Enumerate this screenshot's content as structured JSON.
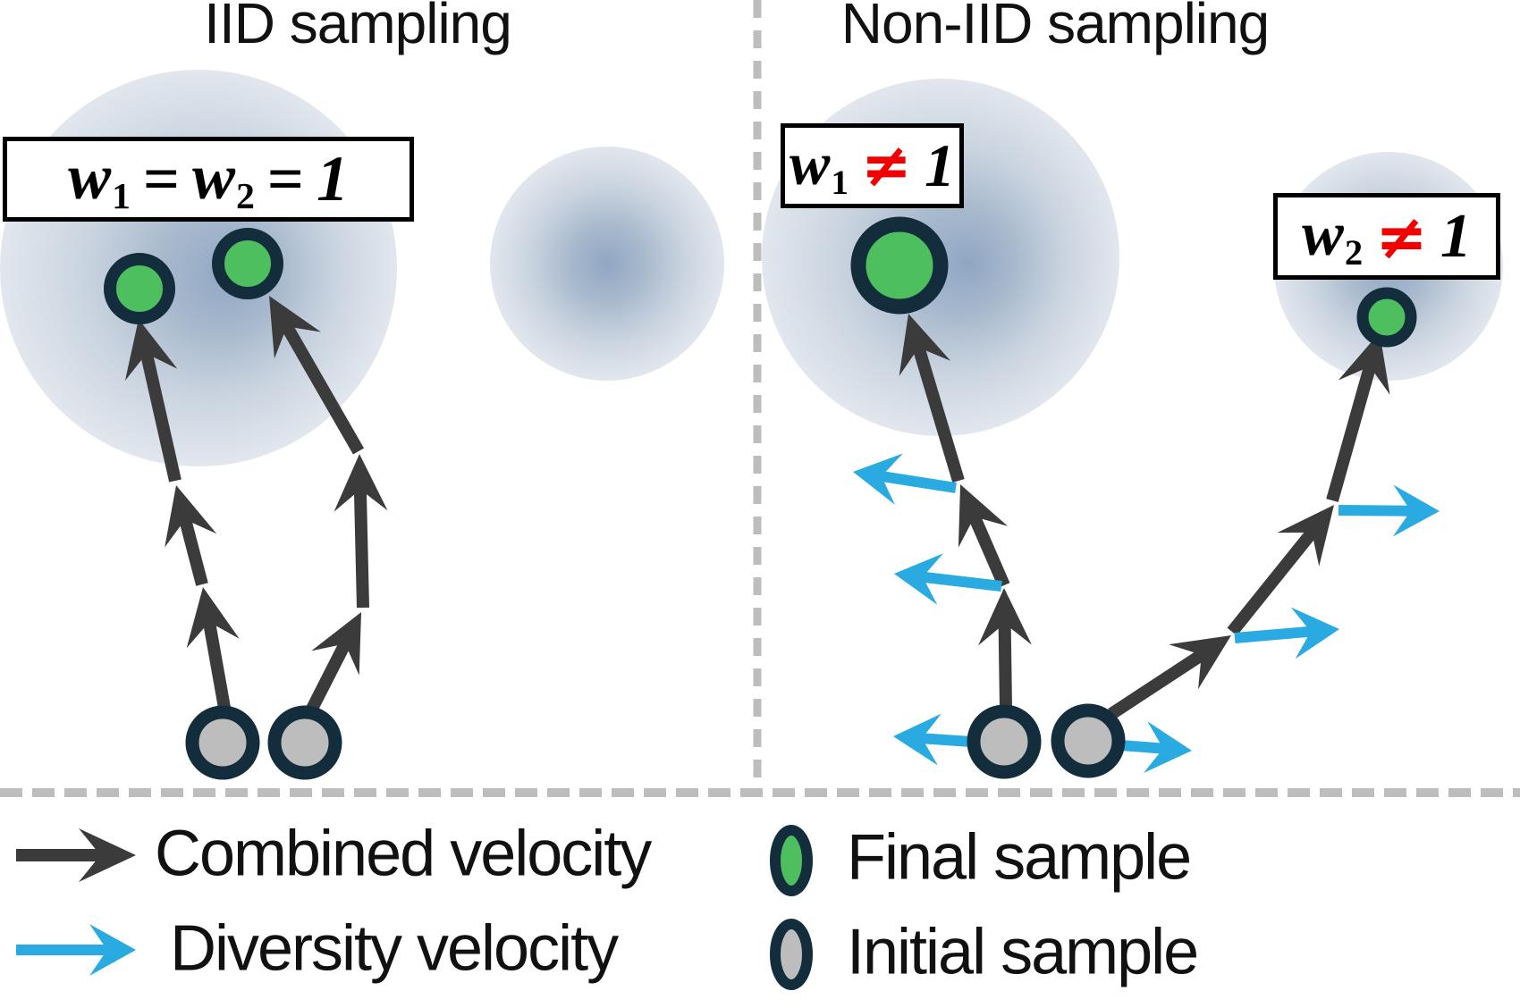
{
  "panels": {
    "left": {
      "title": "IID sampling",
      "label": {
        "var1": "w",
        "sub1": "1",
        "op1": "=",
        "var2": "w",
        "sub2": "2",
        "op2": "=",
        "value": "1"
      }
    },
    "right": {
      "title": "Non-IID sampling",
      "label1": {
        "var": "w",
        "sub": "1",
        "op": "≠",
        "value": "1"
      },
      "label2": {
        "var": "w",
        "sub": "2",
        "op": "≠",
        "value": "1"
      }
    }
  },
  "legend": {
    "items": [
      {
        "symbol": "combined-velocity-arrow-icon",
        "label": "Combined velocity"
      },
      {
        "symbol": "diversity-velocity-arrow-icon",
        "label": "Diversity velocity"
      },
      {
        "symbol": "final-sample-circle-icon",
        "label": "Final sample"
      },
      {
        "symbol": "initial-sample-circle-icon",
        "label": "Initial sample"
      }
    ]
  },
  "colors": {
    "combined_arrow": "#3b3b3b",
    "diversity_arrow": "#29abe2",
    "final_sample_green": "#4dbf5e",
    "initial_sample_gray": "#bdbdbd",
    "sample_ring_navy": "#132d3d",
    "inequality_red": "#f20000",
    "divider_gray": "#bdbdbd",
    "blob_core_blue": "#8fa7c3",
    "blob_mid_blue": "#a8b9cd",
    "blob_edge_blue": "#e2e7ee",
    "box_border_black": "#000000",
    "text_black": "#111111"
  }
}
